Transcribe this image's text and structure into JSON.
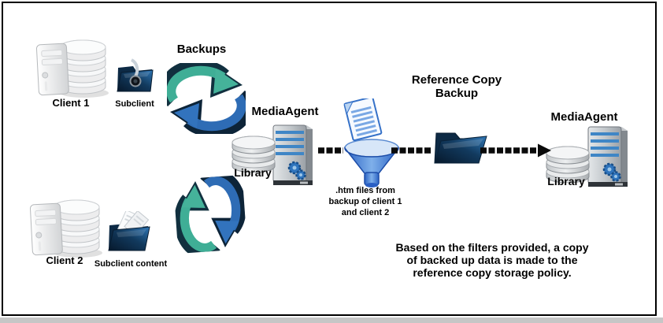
{
  "labels": {
    "client1": "Client 1",
    "subclient": "Subclient",
    "backups": "Backups",
    "mediaagent_left": "MediaAgent",
    "library_left": "Library",
    "reference_copy_backup": "Reference Copy\nBackup",
    "filter_caption": ".htm files from\nbackup of client 1\nand client 2",
    "mediaagent_right": "MediaAgent",
    "library_right": "Library",
    "client2": "Client 2",
    "subclient_content": "Subclient content",
    "note": "Based on the filters provided, a copy\nof backed up data is made to the\nreference copy storage policy."
  },
  "icons": {
    "client1": "computer-database-icon",
    "subclient": "locked-folder-icon",
    "backup_sync_top": "circular-arrows-icon",
    "backup_sync_bottom": "circular-arrows-icon",
    "library_left": "disk-stack-icon",
    "mediaagent_left": "server-tower-icon",
    "filter": "funnel-document-icon",
    "reference_folder": "open-folder-icon",
    "library_right": "disk-stack-icon",
    "mediaagent_right": "server-tower-icon",
    "client2": "computer-database-icon",
    "subclient_content": "folder-papers-icon",
    "flow": "dashed-arrow"
  },
  "colors": {
    "background": "#ffffff",
    "border": "#000000",
    "text": "#000000",
    "arrow": "#0a0a0a",
    "sync_teal": "#3fae96",
    "sync_blue": "#2e6cb5",
    "folder_navy": "#0d2a45",
    "funnel_blue": "#2f6bd4",
    "server_stripe_blue": "#3f86c6"
  }
}
